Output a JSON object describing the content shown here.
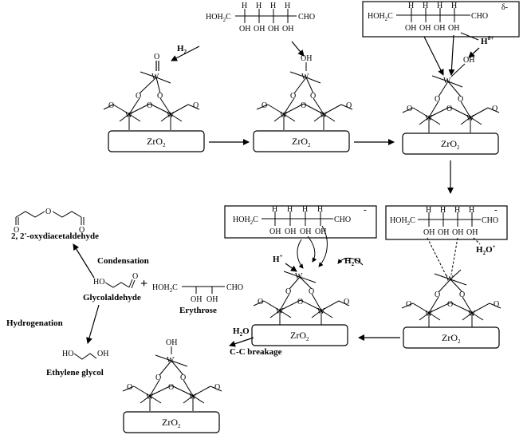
{
  "support": {
    "label": "ZrO",
    "subscript": "2"
  },
  "reagents": {
    "h2": "H",
    "h2_sub": "2",
    "h2o_1": "H",
    "h2o_1_sub": "2",
    "h2o_1_o": "O",
    "h2o_2": "H",
    "h2o_2_sub": "2",
    "h2o_2_o": "O",
    "h_plus": "H",
    "h_plus_sup": "+",
    "h_delta": "H",
    "h_delta_sup": "δ+",
    "delta_minus": "δ-",
    "h3o": "H",
    "h3o_sub": "2",
    "h3o_o": "O",
    "h3o_sup": "+",
    "minus_1": "-",
    "minus_2": "-"
  },
  "sugar": {
    "left": "HOH",
    "left_sub": "2",
    "left_c": "C",
    "cho": "CHO",
    "h": "H",
    "oh": "OH"
  },
  "metal": {
    "w": "W",
    "o": "O",
    "oh": "OH"
  },
  "steps": {
    "cc_breakage": "C-C breakage",
    "condensation": "Condensation",
    "hydrogenation": "Hydrogenation",
    "plus": "+"
  },
  "products": {
    "oxydiacetaldehyde": "2, 2'-oxydiacetaldehyde",
    "glycolaldehyde": "Glycolaldehyde",
    "erythrose": "Erythrose",
    "ethylene_glycol": "Ethylene glycol",
    "erythrose_left": "HOH",
    "erythrose_left_sub": "2",
    "erythrose_left_c": "C",
    "erythrose_cho": "CHO",
    "ho": "HO",
    "o": "O",
    "oh": "OH"
  }
}
